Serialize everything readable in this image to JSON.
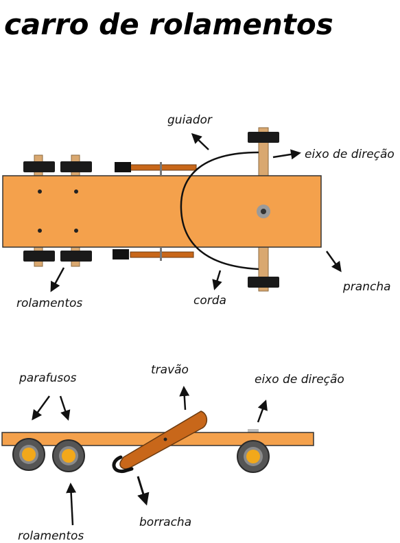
{
  "title": "carro de rolamentos",
  "top_view": {
    "labels": {
      "guiador": "guiador",
      "eixo_direcao": "eixo de direção",
      "prancha": "prancha",
      "corda": "corda",
      "rolamentos": "rolamentos"
    }
  },
  "side_view": {
    "labels": {
      "parafusos": "parafusos",
      "travao": "travão",
      "eixo_direcao": "eixo de direção",
      "borracha": "borracha",
      "rolamentos": "rolamentos"
    }
  },
  "colors": {
    "board": "#f4a14c",
    "axle": "#d9a870",
    "bearing": "#1a1a1a",
    "brake": "#c8671a",
    "wheel_tire": "#555555",
    "wheel_hub": "#f2a81a",
    "ink": "#111111"
  }
}
